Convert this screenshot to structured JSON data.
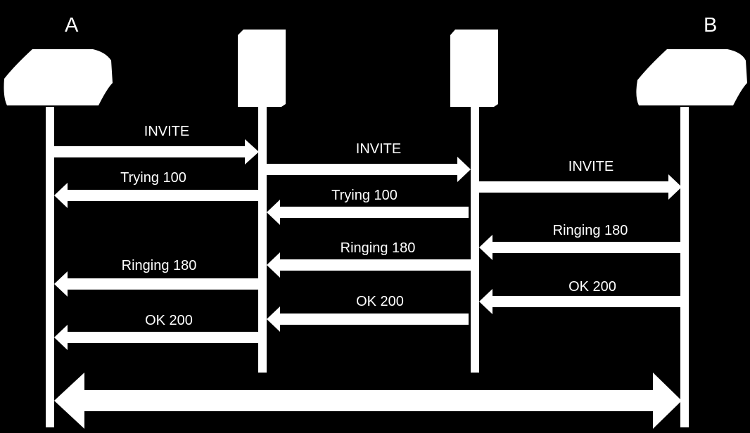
{
  "colors": {
    "background": "#000000",
    "foreground": "#ffffff"
  },
  "endpoints": {
    "a": {
      "label": "A",
      "icon": "telephone-icon"
    },
    "b": {
      "label": "B",
      "icon": "telephone-icon"
    }
  },
  "proxies": [
    {
      "icon": "server-icon"
    },
    {
      "icon": "server-icon"
    }
  ],
  "messages": [
    {
      "from": "A",
      "to": "Proxy 1",
      "label": "INVITE"
    },
    {
      "from": "Proxy 1",
      "to": "Proxy 2",
      "label": "INVITE"
    },
    {
      "from": "Proxy 2",
      "to": "B",
      "label": "INVITE"
    },
    {
      "from": "Proxy 1",
      "to": "A",
      "label": "Trying 100"
    },
    {
      "from": "Proxy 2",
      "to": "Proxy 1",
      "label": "Trying 100"
    },
    {
      "from": "B",
      "to": "Proxy 2",
      "label": "Ringing 180"
    },
    {
      "from": "Proxy 2",
      "to": "Proxy 1",
      "label": "Ringing 180"
    },
    {
      "from": "Proxy 1",
      "to": "A",
      "label": "Ringing 180"
    },
    {
      "from": "B",
      "to": "Proxy 2",
      "label": "OK 200"
    },
    {
      "from": "Proxy 2",
      "to": "Proxy 1",
      "label": "OK 200"
    },
    {
      "from": "Proxy 1",
      "to": "A",
      "label": "OK 200"
    }
  ],
  "media": {
    "from": "A",
    "to": "B",
    "direction": "bidirectional"
  }
}
